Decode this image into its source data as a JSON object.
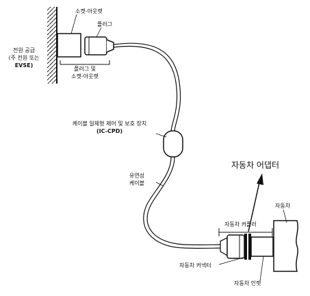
{
  "labels": {
    "socket_outlet_top": "소켓-아웃렛",
    "plug": "플러그",
    "power_supply": {
      "line1": "전원 공급",
      "line2": "(주 전원 또는",
      "line3": "EVSE)"
    },
    "plug_and_socket": {
      "line1": "플러그 및",
      "line2": "소켓-아웃렛"
    },
    "ic_cpd": {
      "line1": "케이블 일체형 제어 및 보호 장치",
      "line2": "(IC-CPD)"
    },
    "flexible_cable": {
      "line1": "유연성",
      "line2": "케이블"
    },
    "vehicle_adapter": "자동차 어댑터",
    "vehicle": "자동차",
    "vehicle_coupler": "자동차 커플러",
    "vehicle_connector": "자동차 커넥터",
    "vehicle_inlet": "자동차 인렛"
  }
}
